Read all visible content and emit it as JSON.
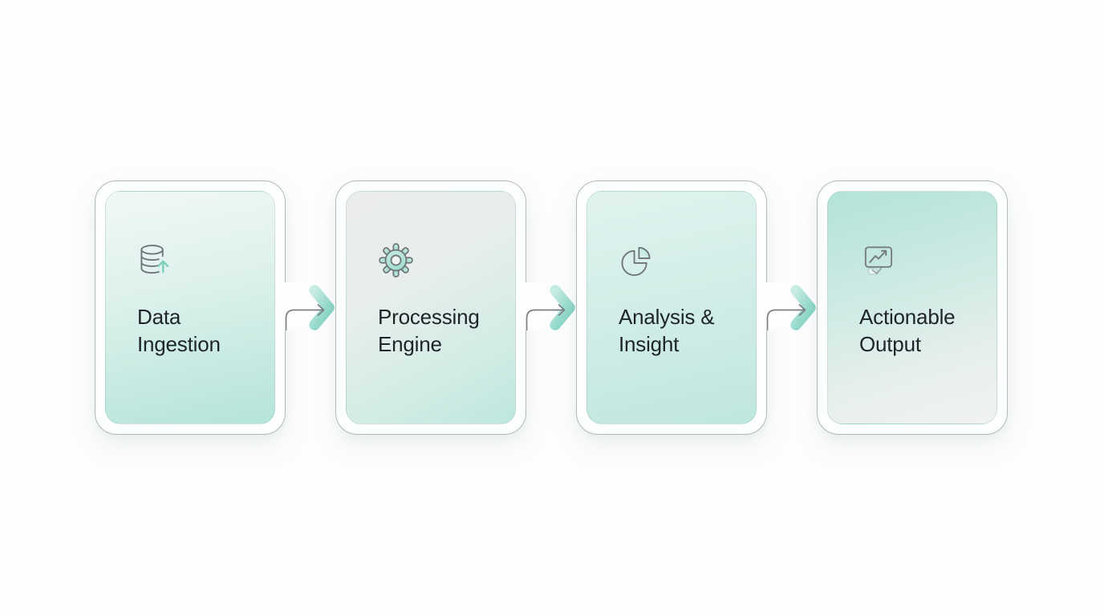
{
  "flow": {
    "steps": [
      {
        "label_line1": "Data",
        "label_line2": "Ingestion",
        "icon": "database-upload-icon"
      },
      {
        "label_line1": "Processing",
        "label_line2": "Engine",
        "icon": "gear-icon"
      },
      {
        "label_line1": "Analysis &",
        "label_line2": "Insight",
        "icon": "pie-chart-icon"
      },
      {
        "label_line1": "Actionable",
        "label_line2": "Output",
        "icon": "line-chart-icon"
      }
    ],
    "connector_icon": "chevron-right-icon",
    "colors": {
      "accent_teal": "#8fd6c7",
      "icon_gray": "#6e7478",
      "card_border": "#b3b8bb",
      "text": "#1e2427",
      "background": "#fdfdfe"
    }
  }
}
